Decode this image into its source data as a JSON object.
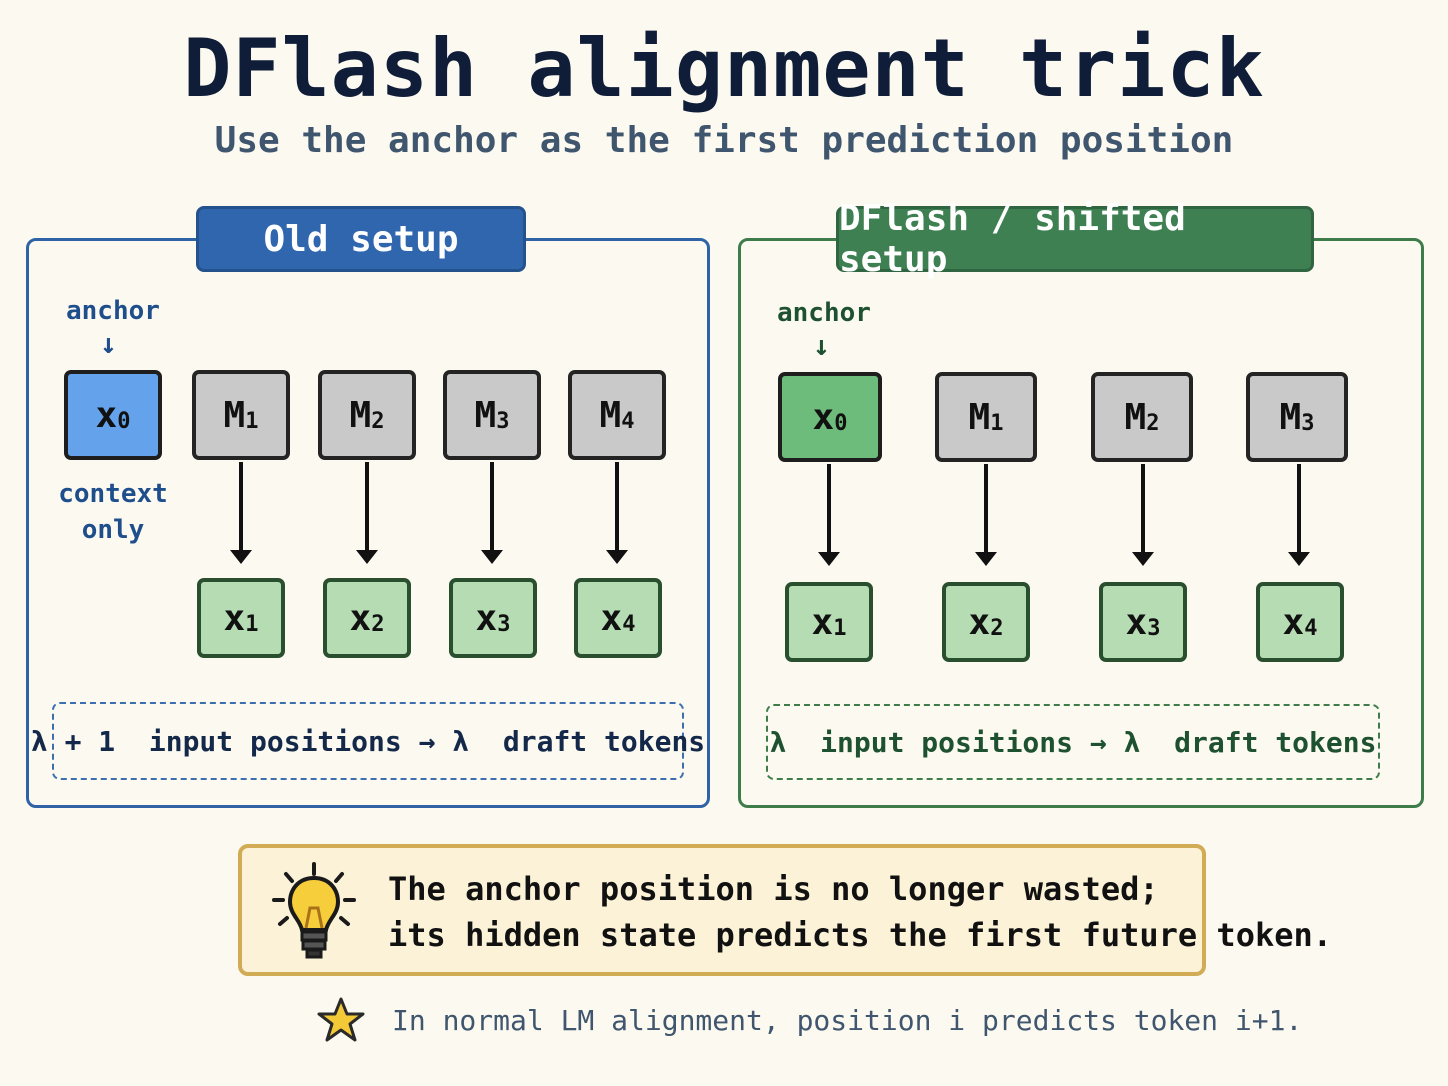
{
  "title": "DFlash alignment trick",
  "subtitle": "Use the anchor as the first prediction position",
  "old_setup": {
    "tab_label": "Old setup",
    "anchor_label": "anchor",
    "anchor_token": {
      "base": "x",
      "sub": "0"
    },
    "context_line1": "context",
    "context_line2": "only",
    "mask_tokens": [
      {
        "base": "M",
        "sub": "1"
      },
      {
        "base": "M",
        "sub": "2"
      },
      {
        "base": "M",
        "sub": "3"
      },
      {
        "base": "M",
        "sub": "4"
      }
    ],
    "output_tokens": [
      {
        "base": "x",
        "sub": "1"
      },
      {
        "base": "x",
        "sub": "2"
      },
      {
        "base": "x",
        "sub": "3"
      },
      {
        "base": "x",
        "sub": "4"
      }
    ],
    "note": "λ + 1  input positions → λ  draft tokens"
  },
  "new_setup": {
    "tab_label": "DFlash / shifted setup",
    "anchor_label": "anchor",
    "input_tokens": [
      {
        "base": "x",
        "sub": "0"
      },
      {
        "base": "M",
        "sub": "1"
      },
      {
        "base": "M",
        "sub": "2"
      },
      {
        "base": "M",
        "sub": "3"
      }
    ],
    "output_tokens": [
      {
        "base": "x",
        "sub": "1"
      },
      {
        "base": "x",
        "sub": "2"
      },
      {
        "base": "x",
        "sub": "3"
      },
      {
        "base": "x",
        "sub": "4"
      }
    ],
    "note": "λ  input positions → λ  draft tokens"
  },
  "callout": {
    "line1": "The anchor position is no longer wasted;",
    "line2": "its hidden state predicts the first future token.",
    "icon": "lightbulb-icon"
  },
  "footnote": {
    "text": "In normal LM alignment, position i predicts token i+1.",
    "icon": "star-icon"
  },
  "colors": {
    "old_accent": "#2f66ad",
    "new_accent": "#3e8052",
    "anchor_old": "#64a3ec",
    "anchor_new": "#6dbc7c",
    "mask": "#c9c9c9",
    "output": "#b5dcb3",
    "callout_bg": "#fbf2d8",
    "callout_border": "#d2ab55"
  }
}
